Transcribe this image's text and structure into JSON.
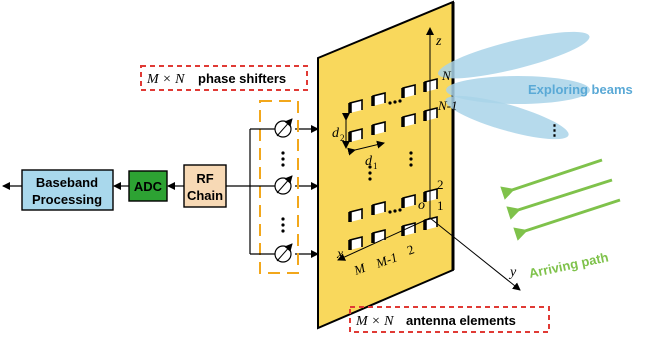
{
  "blocks": {
    "baseband_line1": "Baseband",
    "baseband_line2": "Processing",
    "adc": "ADC",
    "rf_line1": "RF",
    "rf_line2": "Chain"
  },
  "labels": {
    "phase_shifters_math": "M × N",
    "phase_shifters_text": "phase shifters",
    "antenna_math": "M × N",
    "antenna_text": "antenna elements",
    "exploring_beams": "Exploring beams",
    "arriving_path": "Arriving path",
    "dots": "⋮"
  },
  "axes": {
    "x": "x",
    "y": "y",
    "z": "z",
    "origin": "o"
  },
  "array_labels": {
    "N": "N",
    "N_minus_1": "N-1",
    "two_z": "2",
    "one_z": "1",
    "M": "M",
    "M_minus_1": "M-1",
    "two_x": "2",
    "d1": "d",
    "d1_sub": "1",
    "d2": "d",
    "d2_sub": "2"
  },
  "colors": {
    "baseband_fill": "#a9d8ec",
    "adc_fill": "#2da233",
    "rf_fill": "#f7d9b5",
    "panel_fill": "#f9d85c",
    "beam_fill": "#a9d3e9",
    "arrow_green": "#7fc24b",
    "dash_red": "#e03a35",
    "dash_orange": "#f2a71b",
    "blue_text": "#5aa9d6"
  }
}
